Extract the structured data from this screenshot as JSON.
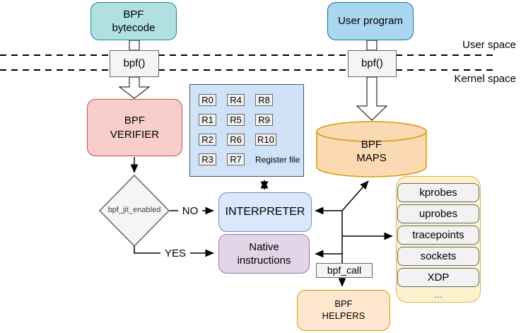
{
  "diagram": {
    "user_space_label": "User space",
    "kernel_space_label": "Kernel space",
    "no_label": "NO",
    "yes_label": "YES",
    "nodes": {
      "bpf_bytecode": "BPF\nbytecode",
      "user_program": "User program",
      "bpf_syscall_left": "bpf()",
      "bpf_syscall_right": "bpf()",
      "bpf_verifier": "BPF\nVERIFIER",
      "jit_decision": "bpf_jit_enabled",
      "interpreter": "INTERPRETER",
      "native_instructions": "Native\ninstructions",
      "bpf_maps": "BPF\nMAPS",
      "bpf_call": "bpf_call",
      "bpf_helpers": "BPF\nHELPERS",
      "register_file_label": "Register file",
      "registers": [
        "R0",
        "R1",
        "R2",
        "R3",
        "R4",
        "R5",
        "R6",
        "R7",
        "R8",
        "R9",
        "R10"
      ],
      "event_sources": [
        "kprobes",
        "uprobes",
        "tracepoints",
        "sockets",
        "XDP",
        "..."
      ]
    },
    "colors": {
      "bytecode_fill": "#b1e0e3",
      "bytecode_stroke": "#17878f",
      "userprog_fill": "#a9d7f0",
      "userprog_stroke": "#10739e",
      "verifier_fill": "#f8cecc",
      "verifier_stroke": "#b85450",
      "regfile_fill": "#cfe2f7",
      "regfile_stroke": "#44546a",
      "interpreter_fill": "#dae8fc",
      "interpreter_stroke": "#6c8ebf",
      "native_fill": "#e1d5e7",
      "native_stroke": "#9673a6",
      "maps_fill": "#fbd9b2",
      "maps_stroke": "#d79b00",
      "helpers_fill": "#ffe6cc",
      "helpers_stroke": "#d79b00",
      "events_fill": "#fdf1ce",
      "events_stroke": "#d6b656",
      "gray_fill": "#f5f5f5",
      "gray_stroke": "#666666"
    }
  }
}
